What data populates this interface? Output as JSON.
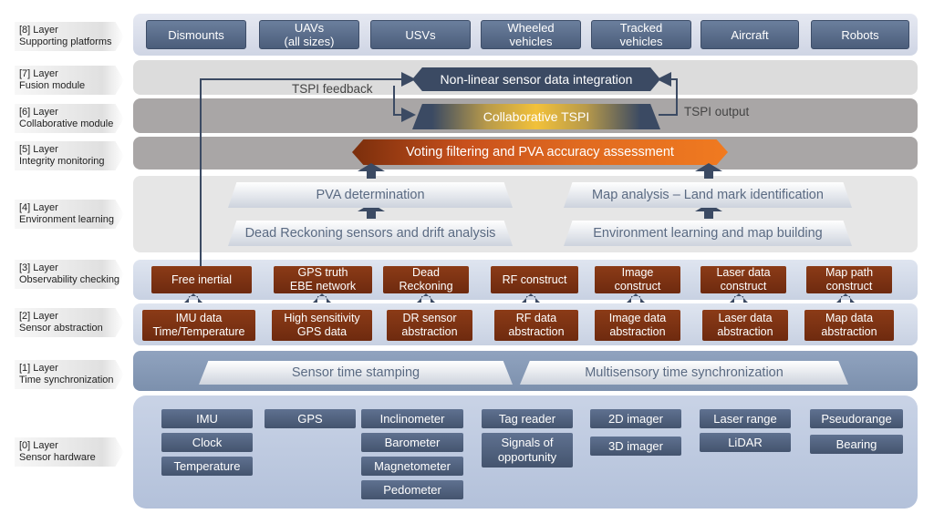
{
  "layers": [
    {
      "num": "[8] Layer",
      "name": "Supporting platforms"
    },
    {
      "num": "[7] Layer",
      "name": "Fusion module"
    },
    {
      "num": "[6] Layer",
      "name": "Collaborative module"
    },
    {
      "num": "[5] Layer",
      "name": "Integrity monitoring"
    },
    {
      "num": "[4] Layer",
      "name": "Environment learning"
    },
    {
      "num": "[3] Layer",
      "name": "Observability checking"
    },
    {
      "num": "[2]  Layer",
      "name": "Sensor abstraction"
    },
    {
      "num": "[1] Layer",
      "name": "Time synchronization"
    },
    {
      "num": "[0]  Layer",
      "name": "Sensor hardware"
    }
  ],
  "platforms": [
    {
      "line1": "Dismounts",
      "line2": ""
    },
    {
      "line1": "UAVs",
      "line2": "(all sizes)"
    },
    {
      "line1": "USVs",
      "line2": ""
    },
    {
      "line1": "Wheeled",
      "line2": "vehicles"
    },
    {
      "line1": "Tracked",
      "line2": "vehicles"
    },
    {
      "line1": "Aircraft",
      "line2": ""
    },
    {
      "line1": "Robots",
      "line2": ""
    }
  ],
  "fusion": {
    "title": "Non-linear sensor data integration",
    "feedback": "TSPI feedback"
  },
  "collab": {
    "title": "Collaborative TSPI",
    "output": "TSPI output"
  },
  "integrity": {
    "title": "Voting filtering and PVA accuracy assessment"
  },
  "env": {
    "pva": "PVA determination",
    "dr": "Dead Reckoning sensors and drift analysis",
    "map": "Map analysis – Land mark identification",
    "build": "Environment learning and map building"
  },
  "observ": [
    {
      "line1": "Free inertial",
      "line2": ""
    },
    {
      "line1": "GPS truth",
      "line2": "EBE network"
    },
    {
      "line1": "Dead",
      "line2": "Reckoning"
    },
    {
      "line1": "RF construct",
      "line2": ""
    },
    {
      "line1": "Image",
      "line2": "construct"
    },
    {
      "line1": "Laser data",
      "line2": "construct"
    },
    {
      "line1": "Map path",
      "line2": "construct"
    }
  ],
  "abstraction": [
    {
      "line1": "IMU data",
      "line2": "Time/Temperature"
    },
    {
      "line1": "High sensitivity",
      "line2": "GPS data"
    },
    {
      "line1": "DR sensor",
      "line2": "abstraction"
    },
    {
      "line1": "RF data",
      "line2": "abstraction"
    },
    {
      "line1": "Image data",
      "line2": "abstraction"
    },
    {
      "line1": "Laser data",
      "line2": "abstraction"
    },
    {
      "line1": "Map data",
      "line2": "abstraction"
    }
  ],
  "sync": {
    "left": "Sensor time stamping",
    "right": "Multisensory time synchronization"
  },
  "hardware": {
    "imu": "IMU",
    "clock": "Clock",
    "temperature": "Temperature",
    "gps": "GPS",
    "inclinometer": "Inclinometer",
    "barometer": "Barometer",
    "magnetometer": "Magnetometer",
    "pedometer": "Pedometer",
    "tag_reader": "Tag reader",
    "signals1": "Signals of",
    "signals2": "opportunity",
    "imager2d": "2D imager",
    "imager3d": "3D imager",
    "laser_range": "Laser range",
    "lidar": "LiDAR",
    "pseudorange": "Pseudorange",
    "bearing": "Bearing"
  },
  "colors": {
    "orange": "#7a2e0c",
    "slate": "#4b5d7a",
    "dark": "#3b4a63",
    "gold": "#f2c13a"
  }
}
